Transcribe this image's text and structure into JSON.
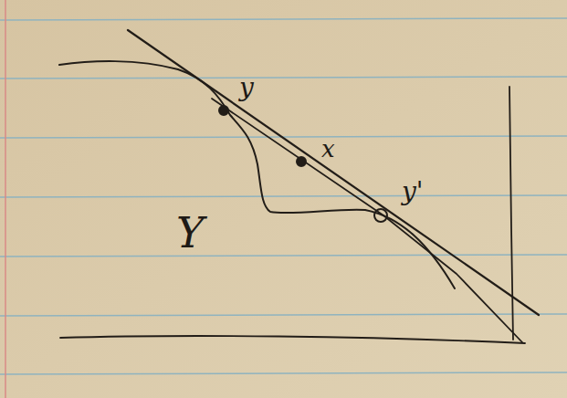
{
  "diagram": {
    "labels": [
      "y",
      "x",
      "y'",
      "Y"
    ]
  }
}
